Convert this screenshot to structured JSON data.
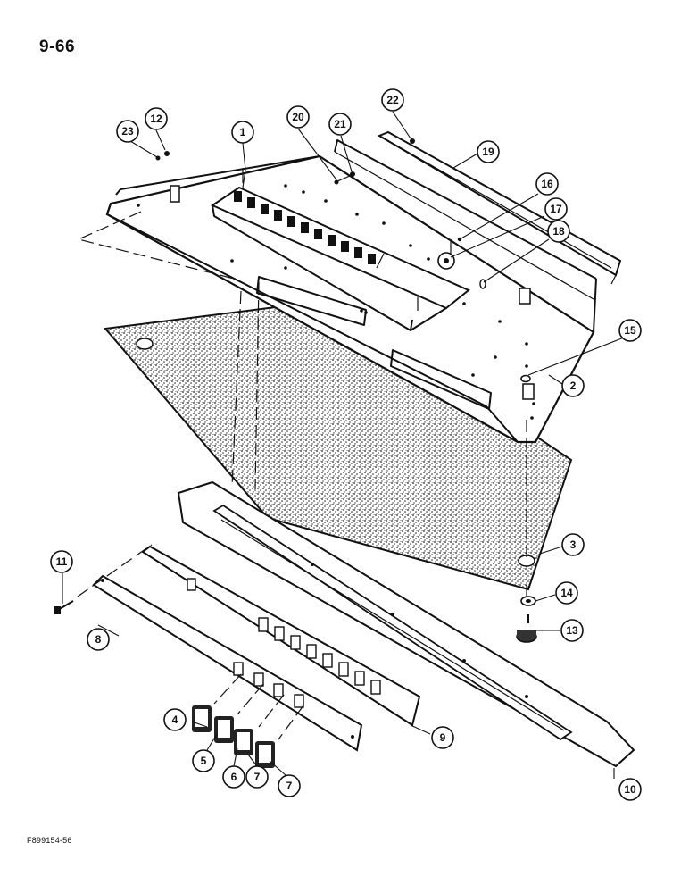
{
  "page_number": "9-66",
  "figure_code": "F899154-56",
  "callouts": [
    {
      "id": "c1",
      "label": "1"
    },
    {
      "id": "c2",
      "label": "2"
    },
    {
      "id": "c3",
      "label": "3"
    },
    {
      "id": "c4",
      "label": "4"
    },
    {
      "id": "c5",
      "label": "5"
    },
    {
      "id": "c6",
      "label": "6"
    },
    {
      "id": "c7a",
      "label": "7"
    },
    {
      "id": "c7b",
      "label": "7"
    },
    {
      "id": "c8",
      "label": "8"
    },
    {
      "id": "c9",
      "label": "9"
    },
    {
      "id": "c10",
      "label": "10"
    },
    {
      "id": "c11",
      "label": "11"
    },
    {
      "id": "c12",
      "label": "12"
    },
    {
      "id": "c13",
      "label": "13"
    },
    {
      "id": "c14",
      "label": "14"
    },
    {
      "id": "c15",
      "label": "15"
    },
    {
      "id": "c16",
      "label": "16"
    },
    {
      "id": "c17",
      "label": "17"
    },
    {
      "id": "c18",
      "label": "18"
    },
    {
      "id": "c19",
      "label": "19"
    },
    {
      "id": "c20",
      "label": "20"
    },
    {
      "id": "c21",
      "label": "21"
    },
    {
      "id": "c22",
      "label": "22"
    },
    {
      "id": "c23",
      "label": "23"
    }
  ]
}
